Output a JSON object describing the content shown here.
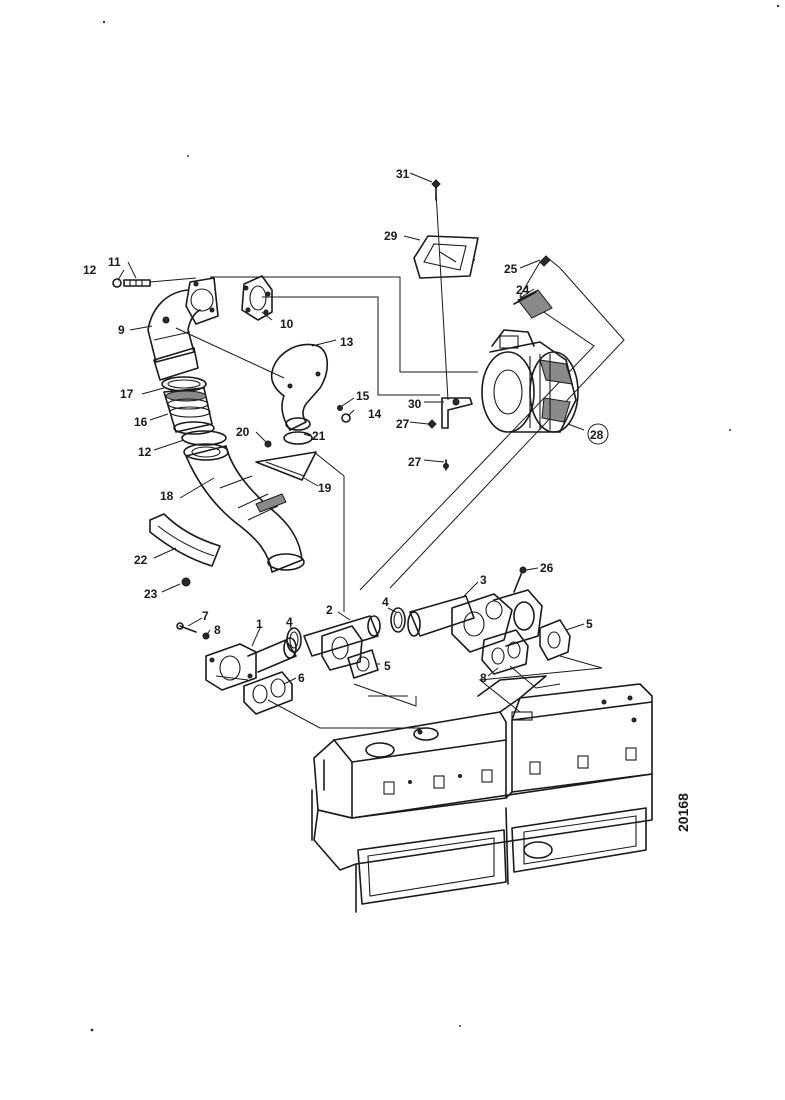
{
  "drawing_number": "20168",
  "callouts": [
    {
      "id": "c31",
      "label": "31"
    },
    {
      "id": "c29a",
      "label": "29"
    },
    {
      "id": "c25",
      "label": "25"
    },
    {
      "id": "c24",
      "label": "24"
    },
    {
      "id": "c11",
      "label": "11"
    },
    {
      "id": "c12a",
      "label": "12"
    },
    {
      "id": "c9",
      "label": "9"
    },
    {
      "id": "c10",
      "label": "10"
    },
    {
      "id": "c13",
      "label": "13"
    },
    {
      "id": "c15",
      "label": "15"
    },
    {
      "id": "c14",
      "label": "14"
    },
    {
      "id": "c30",
      "label": "30"
    },
    {
      "id": "c27a",
      "label": "27"
    },
    {
      "id": "c28",
      "label": "28"
    },
    {
      "id": "c27b",
      "label": "27"
    },
    {
      "id": "c17",
      "label": "17"
    },
    {
      "id": "c16",
      "label": "16"
    },
    {
      "id": "c12b",
      "label": "12"
    },
    {
      "id": "c20",
      "label": "20"
    },
    {
      "id": "c21",
      "label": "21"
    },
    {
      "id": "c19",
      "label": "19"
    },
    {
      "id": "c18",
      "label": "18"
    },
    {
      "id": "c22",
      "label": "22"
    },
    {
      "id": "c23",
      "label": "23"
    },
    {
      "id": "c3",
      "label": "3"
    },
    {
      "id": "c26",
      "label": "26"
    },
    {
      "id": "c4a",
      "label": "4"
    },
    {
      "id": "c2",
      "label": "2"
    },
    {
      "id": "c7",
      "label": "7"
    },
    {
      "id": "c8a",
      "label": "8"
    },
    {
      "id": "c1",
      "label": "1"
    },
    {
      "id": "c4b",
      "label": "4"
    },
    {
      "id": "c5a",
      "label": "5"
    },
    {
      "id": "c5b",
      "label": "5"
    },
    {
      "id": "c6",
      "label": "6"
    },
    {
      "id": "c8b",
      "label": "8"
    }
  ]
}
